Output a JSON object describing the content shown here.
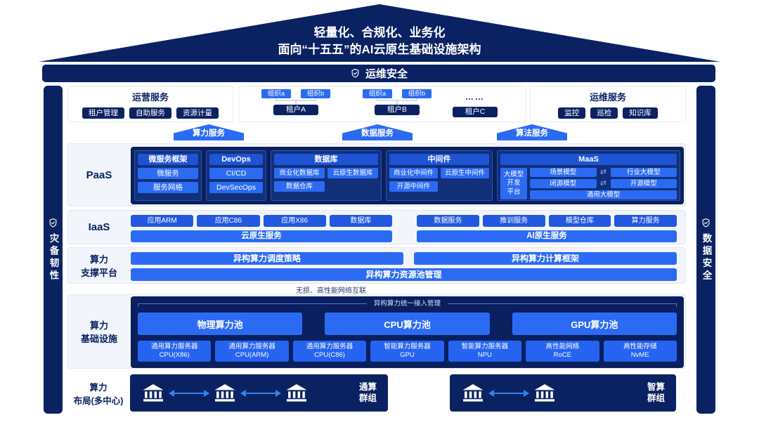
{
  "roof": {
    "line1": "轻量化、合规化、业务化",
    "line2": "面向“十五五”的AI云原生基础设施架构"
  },
  "banner": {
    "label": "运维安全"
  },
  "left_rail": {
    "label": "灾备韧性"
  },
  "right_rail": {
    "label": "数据安全"
  },
  "ops_row": {
    "operation": {
      "title": "运营服务",
      "items": [
        "租户管理",
        "自助服务",
        "资源计量"
      ]
    },
    "tenants": {
      "groups": [
        {
          "orgs": [
            "组织a",
            "组织b"
          ],
          "tenant": "租户A"
        },
        {
          "orgs": [
            "组织a",
            "组织b"
          ],
          "tenant": "租户B"
        }
      ],
      "ellipsis": "……",
      "extra_tenant": "租户C"
    },
    "maintenance": {
      "title": "运维服务",
      "items": [
        "监控",
        "巡检",
        "知识库"
      ]
    }
  },
  "service_arrows": [
    "算力服务",
    "数据服务",
    "算法服务"
  ],
  "paas": {
    "label": "PaaS",
    "swap_icon": "⇄",
    "groups": [
      {
        "title": "微服务框架",
        "items": [
          "微服务",
          "服务网格"
        ]
      },
      {
        "title": "DevOps",
        "items": [
          "CI/CD",
          "DevSecOps"
        ]
      },
      {
        "title": "数据库",
        "rows": [
          [
            "商业化数据库",
            "云原生数据库"
          ],
          [
            "数据仓库"
          ]
        ]
      },
      {
        "title": "中间件",
        "rows": [
          [
            "商业化中间件",
            "云原生中间件"
          ],
          [
            "开源中间件"
          ]
        ]
      }
    ],
    "maas": {
      "title": "MaaS",
      "platform": "大模型\n开发\n平台",
      "row1": [
        "场景模型",
        "行业大模型"
      ],
      "row2": [
        "闭源模型",
        "开源模型"
      ],
      "row3": "通用大模型"
    }
  },
  "iaas": {
    "label": "IaaS",
    "left": {
      "items": [
        "应用ARM",
        "应用C86",
        "应用X86",
        "数据库"
      ],
      "bar": "云原生服务"
    },
    "right": {
      "items": [
        "数据服务",
        "推训服务",
        "模型仓库",
        "算力服务"
      ],
      "bar": "AI原生服务"
    }
  },
  "scheduling": {
    "label": "算力\n支撑平台",
    "top": [
      "异构算力调度策略",
      "异构算力计算框架"
    ],
    "bottom": "异构算力资源池管理"
  },
  "network_note": "无损、高性能网络互联",
  "infra": {
    "label": "算力\n基础设施",
    "access": "异构算力统一接入管理",
    "pools": [
      "物理算力池",
      "CPU算力池",
      "GPU算力池"
    ],
    "servers": [
      {
        "name": "通用算力服务器",
        "spec": "CPU(X86)"
      },
      {
        "name": "通用算力服务器",
        "spec": "CPU(ARM)"
      },
      {
        "name": "通用算力服务器",
        "spec": "CPU(C86)"
      },
      {
        "name": "智能算力服务器",
        "spec": "GPU"
      },
      {
        "name": "智能算力服务器",
        "spec": "NPU"
      },
      {
        "name": "高性能网络",
        "spec": "RoCE"
      },
      {
        "name": "高性能存储",
        "spec": "NvME"
      }
    ]
  },
  "layout_row": {
    "label": "算力\n布局(多中心)",
    "general": {
      "label": "通算\n群组"
    },
    "intelligent": {
      "label": "智算\n群组"
    }
  },
  "colors": {
    "navy": "#0A2262",
    "bright_blue": "#2B6BF3",
    "header_blue": "#1E53D5",
    "panel_navy": "#0A1F5E",
    "arrow_blue": "#2F86F0"
  }
}
